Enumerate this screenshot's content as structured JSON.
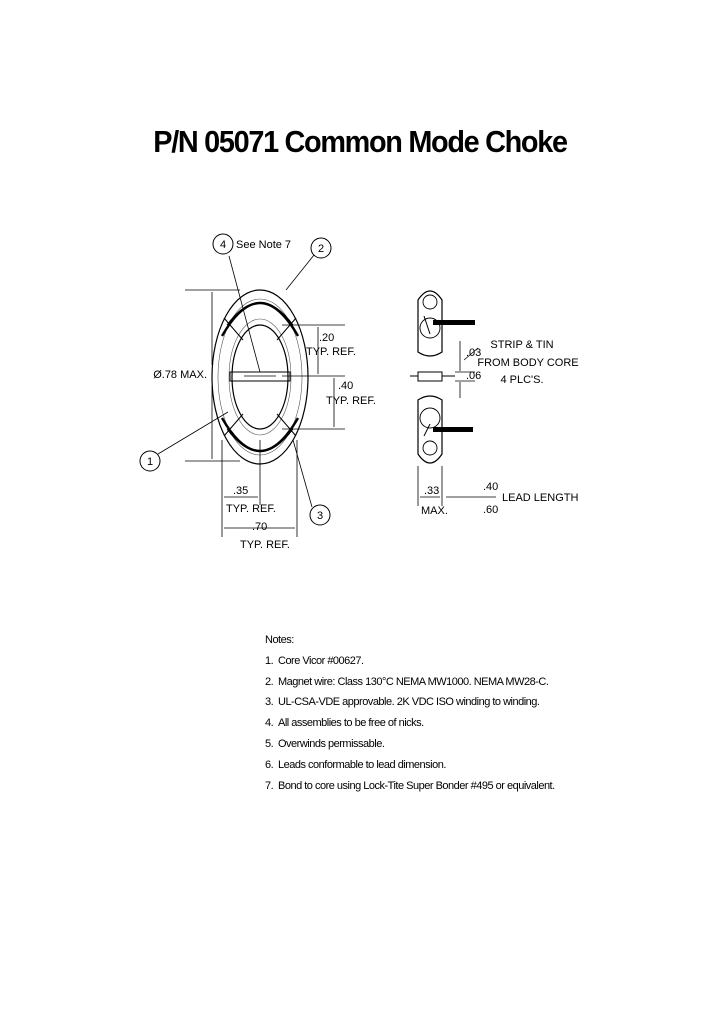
{
  "title": "P/N 05071 Common Mode Choke",
  "drawing": {
    "callout_4": "4",
    "see_note": "See Note 7",
    "callout_2": "2",
    "callout_1": "1",
    "callout_3": "3",
    "dim_diameter": "Ø.78 MAX.",
    "dim_20": ".20",
    "typ_ref_20": "TYP. REF.",
    "dim_40": ".40",
    "typ_ref_40": "TYP. REF.",
    "dim_35": ".35",
    "typ_ref_35": "TYP. REF.",
    "dim_70": ".70",
    "typ_ref_70": "TYP. REF.",
    "dim_03": ".03",
    "dim_06": ".06",
    "strip_line1": "STRIP & TIN",
    "strip_line2": "FROM BODY CORE",
    "strip_line3": "4 PLC'S.",
    "dim_33": ".33",
    "dim_max": "MAX.",
    "dim_lead_40": ".40",
    "dim_lead_60": ".60",
    "lead_length": "LEAD LENGTH"
  },
  "notes": {
    "header": "Notes:",
    "items": [
      {
        "num": "1.",
        "text": "Core Vicor #00627."
      },
      {
        "num": "2.",
        "text": "Magnet wire: Class 130°C NEMA MW1000. NEMA MW28-C."
      },
      {
        "num": "3.",
        "text": "UL-CSA-VDE approvable. 2K VDC ISO winding to winding."
      },
      {
        "num": "4.",
        "text": "All assemblies to be free of nicks."
      },
      {
        "num": "5.",
        "text": "Overwinds permissable."
      },
      {
        "num": "6.",
        "text": "Leads conformable to lead dimension."
      },
      {
        "num": "7.",
        "text": "Bond to core using Lock-Tite Super Bonder #495 or equivalent."
      }
    ]
  }
}
